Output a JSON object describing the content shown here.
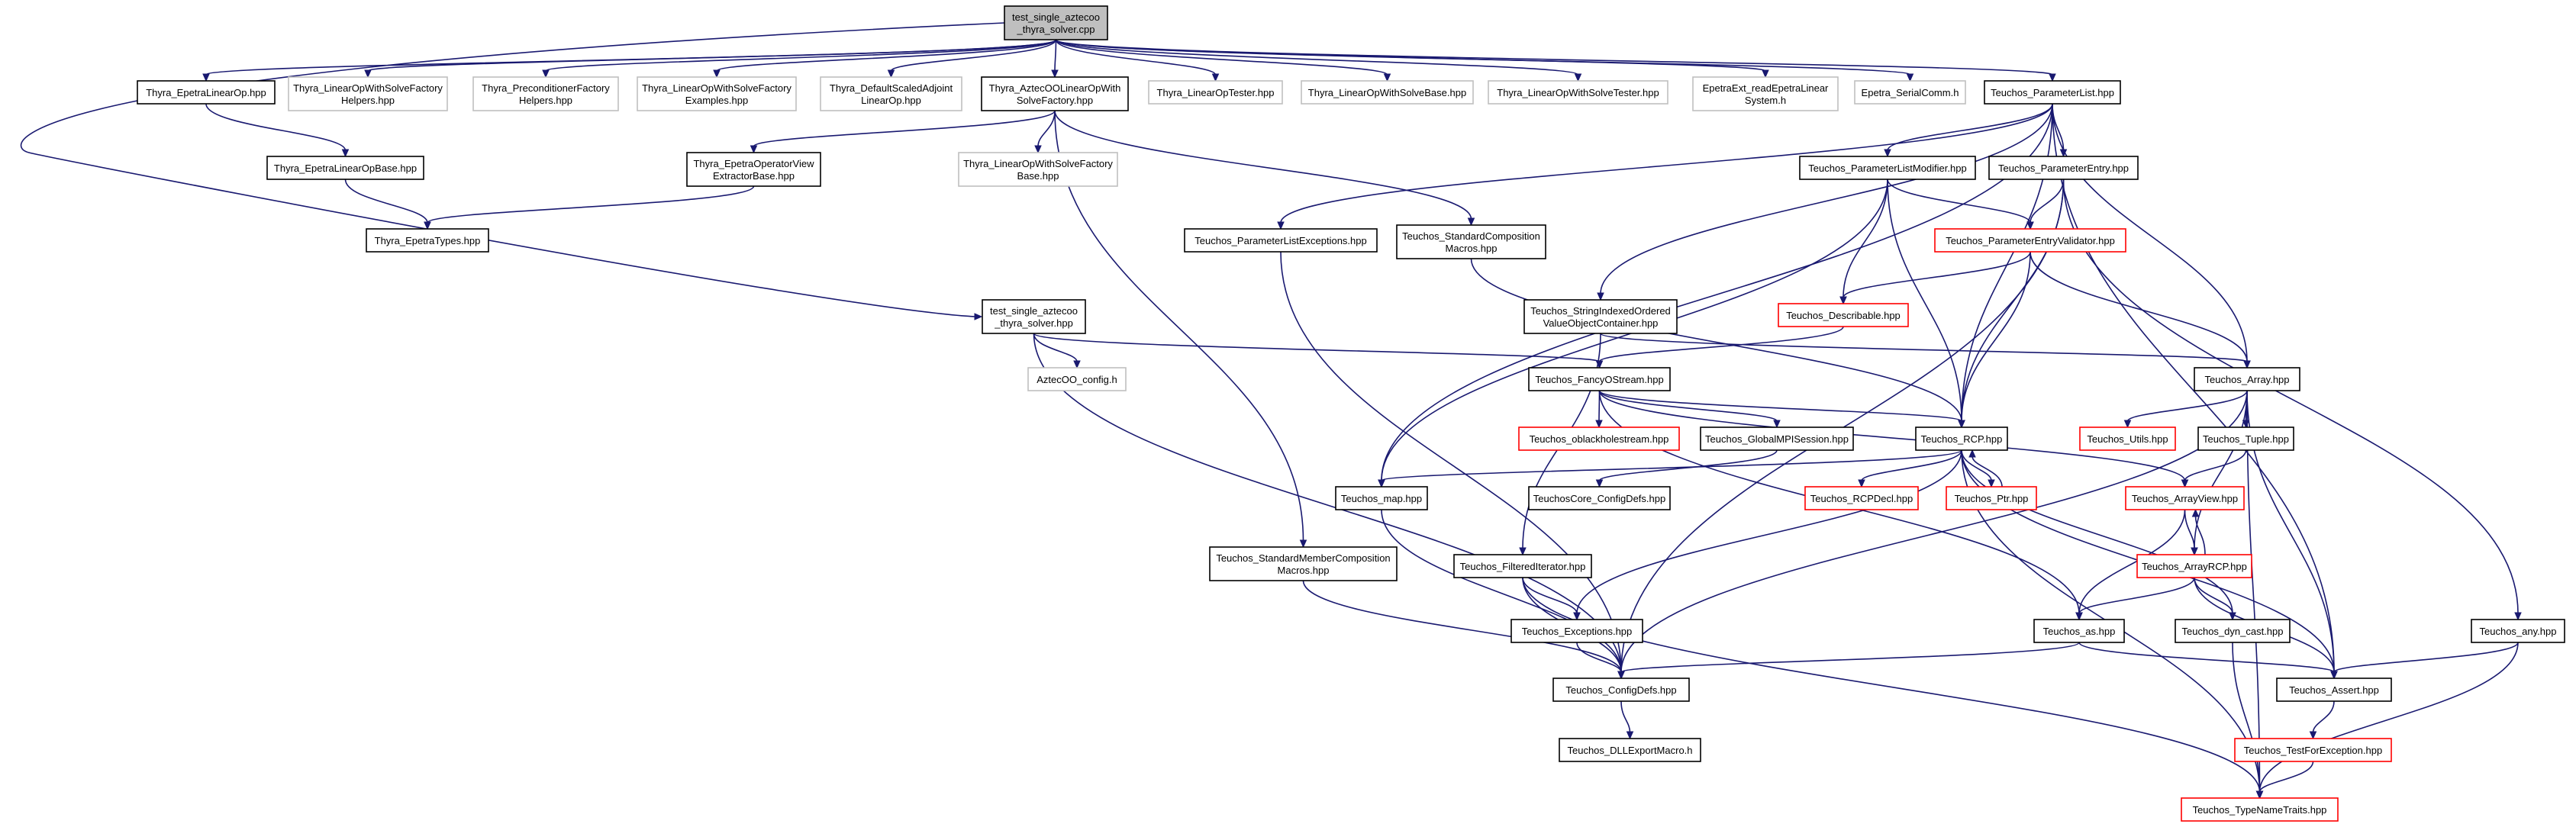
{
  "colors": {
    "edge": "#191970",
    "normal_border": "#000000",
    "red_border": "#ff0000",
    "gray_border": "#bfbfbf",
    "root_fill": "#bfbfbf",
    "fill": "#ffffff"
  },
  "nodes": [
    {
      "id": "root",
      "lines": [
        "test_single_aztecoo",
        "_thyra_solver.cpp"
      ],
      "style": "root"
    },
    {
      "id": "thyra_epetralinearop",
      "lines": [
        "Thyra_EpetraLinearOp.hpp"
      ],
      "style": "normal"
    },
    {
      "id": "thyra_lowsf_helpers",
      "lines": [
        "Thyra_LinearOpWithSolveFactory",
        "Helpers.hpp"
      ],
      "style": "gray"
    },
    {
      "id": "thyra_precfactory_helpers",
      "lines": [
        "Thyra_PreconditionerFactory",
        "Helpers.hpp"
      ],
      "style": "gray"
    },
    {
      "id": "thyra_lowsf_examples",
      "lines": [
        "Thyra_LinearOpWithSolveFactory",
        "Examples.hpp"
      ],
      "style": "gray"
    },
    {
      "id": "thyra_defaultscaled",
      "lines": [
        "Thyra_DefaultScaledAdjoint",
        "LinearOp.hpp"
      ],
      "style": "gray"
    },
    {
      "id": "thyra_aztecoo_lowsf",
      "lines": [
        "Thyra_AztecOOLinearOpWith",
        "SolveFactory.hpp"
      ],
      "style": "normal"
    },
    {
      "id": "thyra_linearoptester",
      "lines": [
        "Thyra_LinearOpTester.hpp"
      ],
      "style": "gray"
    },
    {
      "id": "thyra_lows_base",
      "lines": [
        "Thyra_LinearOpWithSolveBase.hpp"
      ],
      "style": "gray"
    },
    {
      "id": "thyra_lows_tester",
      "lines": [
        "Thyra_LinearOpWithSolveTester.hpp"
      ],
      "style": "gray"
    },
    {
      "id": "epetraext_read",
      "lines": [
        "EpetraExt_readEpetraLinear",
        "System.h"
      ],
      "style": "gray"
    },
    {
      "id": "epetra_serialcomm",
      "lines": [
        "Epetra_SerialComm.h"
      ],
      "style": "gray"
    },
    {
      "id": "teuchos_parameterlist",
      "lines": [
        "Teuchos_ParameterList.hpp"
      ],
      "style": "normal"
    },
    {
      "id": "thyra_epetralinearopbase",
      "lines": [
        "Thyra_EpetraLinearOpBase.hpp"
      ],
      "style": "normal"
    },
    {
      "id": "thyra_epetraoperatorview",
      "lines": [
        "Thyra_EpetraOperatorView",
        "ExtractorBase.hpp"
      ],
      "style": "normal"
    },
    {
      "id": "thyra_lowsf_base",
      "lines": [
        "Thyra_LinearOpWithSolveFactory",
        "Base.hpp"
      ],
      "style": "gray"
    },
    {
      "id": "thyra_epetratypes",
      "lines": [
        "Thyra_EpetraTypes.hpp"
      ],
      "style": "normal"
    },
    {
      "id": "teuchos_plmodifier",
      "lines": [
        "Teuchos_ParameterListModifier.hpp"
      ],
      "style": "normal"
    },
    {
      "id": "teuchos_parameterentry",
      "lines": [
        "Teuchos_ParameterEntry.hpp"
      ],
      "style": "normal"
    },
    {
      "id": "teuchos_plexceptions",
      "lines": [
        "Teuchos_ParameterListExceptions.hpp"
      ],
      "style": "normal"
    },
    {
      "id": "teuchos_stdcompmacros",
      "lines": [
        "Teuchos_StandardComposition",
        "Macros.hpp"
      ],
      "style": "normal"
    },
    {
      "id": "teuchos_pevalidator",
      "lines": [
        "Teuchos_ParameterEntryValidator.hpp"
      ],
      "style": "red"
    },
    {
      "id": "test_single_hpp",
      "lines": [
        "test_single_aztecoo",
        "_thyra_solver.hpp"
      ],
      "style": "normal"
    },
    {
      "id": "teuchos_stringindexed",
      "lines": [
        "Teuchos_StringIndexedOrdered",
        "ValueObjectContainer.hpp"
      ],
      "style": "normal"
    },
    {
      "id": "teuchos_describable",
      "lines": [
        "Teuchos_Describable.hpp"
      ],
      "style": "red"
    },
    {
      "id": "aztecoo_config",
      "lines": [
        "AztecOO_config.h"
      ],
      "style": "gray"
    },
    {
      "id": "teuchos_fancyostream",
      "lines": [
        "Teuchos_FancyOStream.hpp"
      ],
      "style": "normal"
    },
    {
      "id": "teuchos_array",
      "lines": [
        "Teuchos_Array.hpp"
      ],
      "style": "normal"
    },
    {
      "id": "teuchos_oblackhole",
      "lines": [
        "Teuchos_oblackholestream.hpp"
      ],
      "style": "red"
    },
    {
      "id": "teuchos_globalmpi",
      "lines": [
        "Teuchos_GlobalMPISession.hpp"
      ],
      "style": "normal"
    },
    {
      "id": "teuchos_rcp",
      "lines": [
        "Teuchos_RCP.hpp"
      ],
      "style": "normal"
    },
    {
      "id": "teuchos_utils",
      "lines": [
        "Teuchos_Utils.hpp"
      ],
      "style": "red"
    },
    {
      "id": "teuchos_tuple",
      "lines": [
        "Teuchos_Tuple.hpp"
      ],
      "style": "normal"
    },
    {
      "id": "teuchos_map",
      "lines": [
        "Teuchos_map.hpp"
      ],
      "style": "normal"
    },
    {
      "id": "teuchoscore_configdefs",
      "lines": [
        "TeuchosCore_ConfigDefs.hpp"
      ],
      "style": "normal"
    },
    {
      "id": "teuchos_rcpdecl",
      "lines": [
        "Teuchos_RCPDecl.hpp"
      ],
      "style": "red"
    },
    {
      "id": "teuchos_ptr",
      "lines": [
        "Teuchos_Ptr.hpp"
      ],
      "style": "red"
    },
    {
      "id": "teuchos_arrayview",
      "lines": [
        "Teuchos_ArrayView.hpp"
      ],
      "style": "red"
    },
    {
      "id": "teuchos_stdmembercomp",
      "lines": [
        "Teuchos_StandardMemberComposition",
        "Macros.hpp"
      ],
      "style": "normal"
    },
    {
      "id": "teuchos_filterediterator",
      "lines": [
        "Teuchos_FilteredIterator.hpp"
      ],
      "style": "normal"
    },
    {
      "id": "teuchos_arrayrcp",
      "lines": [
        "Teuchos_ArrayRCP.hpp"
      ],
      "style": "red"
    },
    {
      "id": "teuchos_exceptions",
      "lines": [
        "Teuchos_Exceptions.hpp"
      ],
      "style": "normal"
    },
    {
      "id": "teuchos_as",
      "lines": [
        "Teuchos_as.hpp"
      ],
      "style": "normal"
    },
    {
      "id": "teuchos_dyncast",
      "lines": [
        "Teuchos_dyn_cast.hpp"
      ],
      "style": "normal"
    },
    {
      "id": "teuchos_any",
      "lines": [
        "Teuchos_any.hpp"
      ],
      "style": "normal"
    },
    {
      "id": "teuchos_configdefs",
      "lines": [
        "Teuchos_ConfigDefs.hpp"
      ],
      "style": "normal"
    },
    {
      "id": "teuchos_assert",
      "lines": [
        "Teuchos_Assert.hpp"
      ],
      "style": "normal"
    },
    {
      "id": "teuchos_dllexport",
      "lines": [
        "Teuchos_DLLExportMacro.h"
      ],
      "style": "normal"
    },
    {
      "id": "teuchos_testforexception",
      "lines": [
        "Teuchos_TestForException.hpp"
      ],
      "style": "red"
    },
    {
      "id": "teuchos_typenametraits",
      "lines": [
        "Teuchos_TypeNameTraits.hpp"
      ],
      "style": "red"
    }
  ],
  "edges": [
    [
      "root",
      "thyra_epetralinearop"
    ],
    [
      "root",
      "thyra_lowsf_helpers"
    ],
    [
      "root",
      "thyra_precfactory_helpers"
    ],
    [
      "root",
      "thyra_lowsf_examples"
    ],
    [
      "root",
      "thyra_defaultscaled"
    ],
    [
      "root",
      "thyra_aztecoo_lowsf"
    ],
    [
      "root",
      "thyra_linearoptester"
    ],
    [
      "root",
      "thyra_lows_base"
    ],
    [
      "root",
      "thyra_lows_tester"
    ],
    [
      "root",
      "epetraext_read"
    ],
    [
      "root",
      "epetra_serialcomm"
    ],
    [
      "root",
      "teuchos_parameterlist"
    ],
    [
      "root",
      "test_single_hpp"
    ],
    [
      "thyra_epetralinearop",
      "thyra_epetralinearopbase"
    ],
    [
      "thyra_epetralinearopbase",
      "thyra_epetratypes"
    ],
    [
      "thyra_aztecoo_lowsf",
      "thyra_epetraoperatorview"
    ],
    [
      "thyra_aztecoo_lowsf",
      "thyra_lowsf_base"
    ],
    [
      "thyra_aztecoo_lowsf",
      "teuchos_stdcompmacros"
    ],
    [
      "thyra_aztecoo_lowsf",
      "teuchos_stdmembercomp"
    ],
    [
      "thyra_epetraoperatorview",
      "thyra_epetratypes"
    ],
    [
      "teuchos_parameterlist",
      "teuchos_plexceptions"
    ],
    [
      "teuchos_parameterlist",
      "teuchos_stringindexed"
    ],
    [
      "teuchos_parameterlist",
      "teuchos_plmodifier"
    ],
    [
      "teuchos_parameterlist",
      "teuchos_parameterentry"
    ],
    [
      "teuchos_parameterlist",
      "teuchos_map"
    ],
    [
      "teuchos_parameterlist",
      "teuchos_rcp"
    ],
    [
      "teuchos_parameterlist",
      "teuchos_array"
    ],
    [
      "teuchos_parameterlist",
      "teuchos_assert"
    ],
    [
      "teuchos_plmodifier",
      "teuchos_pevalidator"
    ],
    [
      "teuchos_plmodifier",
      "teuchos_describable"
    ],
    [
      "teuchos_plmodifier",
      "teuchos_rcp"
    ],
    [
      "teuchos_plmodifier",
      "teuchos_map"
    ],
    [
      "teuchos_parameterentry",
      "teuchos_pevalidator"
    ],
    [
      "teuchos_parameterentry",
      "teuchos_rcp"
    ],
    [
      "teuchos_parameterentry",
      "teuchos_any"
    ],
    [
      "teuchos_parameterentry",
      "teuchos_configdefs"
    ],
    [
      "teuchos_pevalidator",
      "teuchos_describable"
    ],
    [
      "teuchos_pevalidator",
      "teuchos_rcp"
    ],
    [
      "teuchos_pevalidator",
      "teuchos_array"
    ],
    [
      "teuchos_plexceptions",
      "teuchos_configdefs"
    ],
    [
      "teuchos_stdcompmacros",
      "teuchos_rcp"
    ],
    [
      "teuchos_stringindexed",
      "teuchos_array"
    ],
    [
      "teuchos_stringindexed",
      "teuchos_filterediterator"
    ],
    [
      "teuchos_describable",
      "teuchos_fancyostream"
    ],
    [
      "test_single_hpp",
      "aztecoo_config"
    ],
    [
      "test_single_hpp",
      "teuchos_fancyostream"
    ],
    [
      "test_single_hpp",
      "teuchos_configdefs"
    ],
    [
      "teuchos_fancyostream",
      "teuchos_oblackhole"
    ],
    [
      "teuchos_fancyostream",
      "teuchos_globalmpi"
    ],
    [
      "teuchos_fancyostream",
      "teuchos_rcp"
    ],
    [
      "teuchos_fancyostream",
      "teuchos_arrayview"
    ],
    [
      "teuchos_fancyostream",
      "teuchos_as"
    ],
    [
      "teuchos_globalmpi",
      "teuchoscore_configdefs"
    ],
    [
      "teuchos_rcp",
      "teuchos_rcpdecl"
    ],
    [
      "teuchos_rcp",
      "teuchos_ptr"
    ],
    [
      "teuchos_rcp",
      "teuchos_map"
    ],
    [
      "teuchos_rcp",
      "teuchos_exceptions"
    ],
    [
      "teuchos_rcp",
      "teuchos_dyncast"
    ],
    [
      "teuchos_rcp",
      "teuchos_assert"
    ],
    [
      "teuchos_rcp",
      "teuchos_typenametraits"
    ],
    [
      "teuchos_ptr",
      "teuchos_rcp"
    ],
    [
      "teuchos_array",
      "teuchos_utils"
    ],
    [
      "teuchos_array",
      "teuchos_tuple"
    ],
    [
      "teuchos_array",
      "teuchos_arrayrcp"
    ],
    [
      "teuchos_array",
      "teuchos_configdefs"
    ],
    [
      "teuchos_array",
      "teuchos_assert"
    ],
    [
      "teuchos_array",
      "teuchos_typenametraits"
    ],
    [
      "teuchos_tuple",
      "teuchos_arrayview"
    ],
    [
      "teuchos_arrayview",
      "teuchos_arrayrcp"
    ],
    [
      "teuchos_arrayview",
      "teuchos_as"
    ],
    [
      "teuchos_arrayrcp",
      "teuchos_arrayview"
    ],
    [
      "teuchos_arrayrcp",
      "teuchos_as"
    ],
    [
      "teuchos_arrayrcp",
      "teuchos_dyncast"
    ],
    [
      "teuchos_arrayrcp",
      "teuchos_assert"
    ],
    [
      "teuchos_map",
      "teuchos_configdefs"
    ],
    [
      "teuchos_stdmembercomp",
      "teuchos_configdefs"
    ],
    [
      "teuchos_filterediterator",
      "teuchos_exceptions"
    ],
    [
      "teuchos_filterediterator",
      "teuchos_configdefs"
    ],
    [
      "teuchos_filterediterator",
      "teuchos_typenametraits"
    ],
    [
      "teuchos_exceptions",
      "teuchos_configdefs"
    ],
    [
      "teuchos_as",
      "teuchos_configdefs"
    ],
    [
      "teuchos_as",
      "teuchos_assert"
    ],
    [
      "teuchos_dyncast",
      "teuchos_typenametraits"
    ],
    [
      "teuchos_any",
      "teuchos_assert"
    ],
    [
      "teuchos_any",
      "teuchos_typenametraits"
    ],
    [
      "teuchos_configdefs",
      "teuchos_dllexport"
    ],
    [
      "teuchos_assert",
      "teuchos_testforexception"
    ],
    [
      "teuchos_testforexception",
      "teuchos_typenametraits"
    ]
  ]
}
